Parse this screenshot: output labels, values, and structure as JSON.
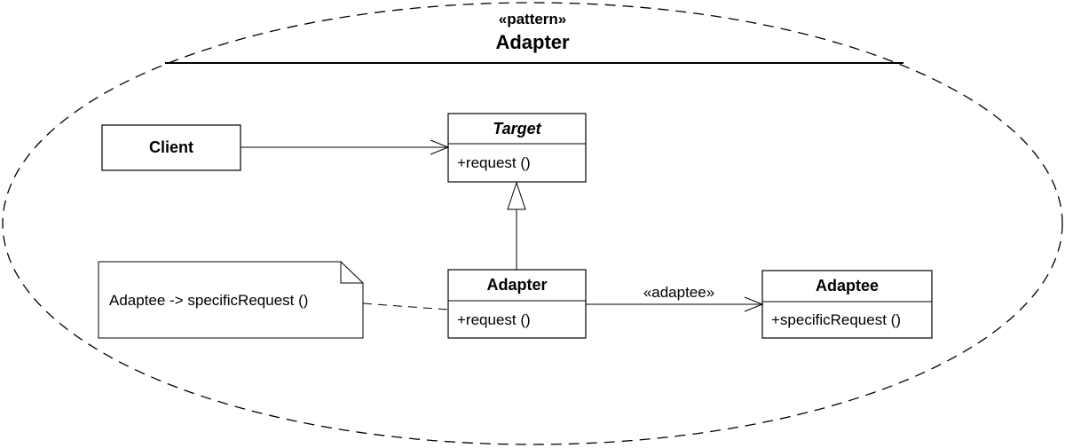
{
  "pattern": {
    "stereotype": "«pattern»",
    "name": "Adapter"
  },
  "classes": {
    "client": {
      "name": "Client"
    },
    "target": {
      "name": "Target",
      "operation": "+request ()"
    },
    "adapter": {
      "name": "Adapter",
      "operation": "+request ()"
    },
    "adaptee": {
      "name": "Adaptee",
      "operation": "+specificRequest ()"
    }
  },
  "note": {
    "text": "Adaptee -> specificRequest ()"
  },
  "associations": {
    "adaptee_label": "«adaptee»"
  }
}
